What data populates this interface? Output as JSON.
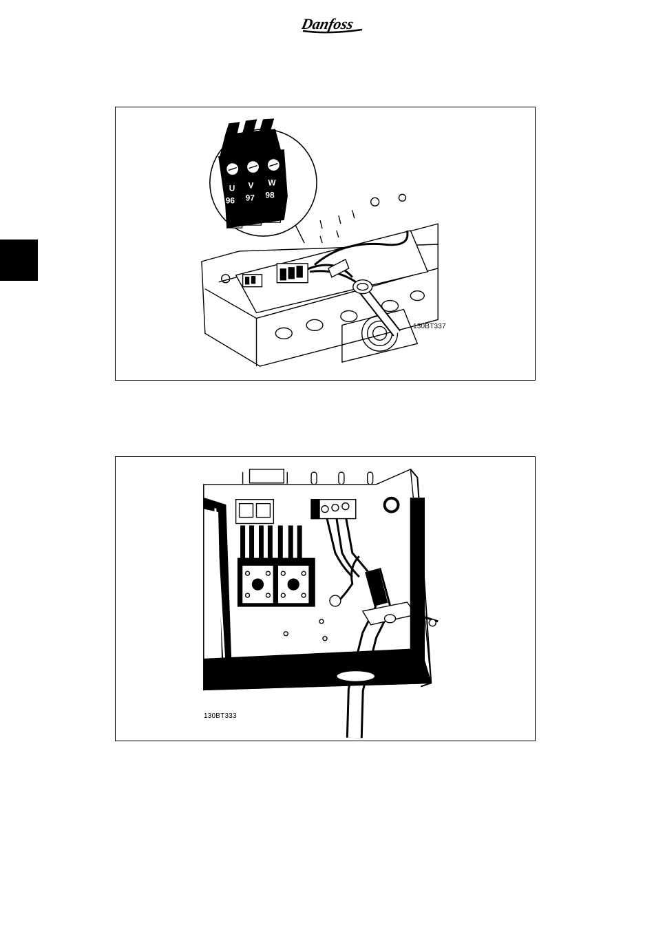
{
  "header": {
    "brand": "Danfoss"
  },
  "figures": [
    {
      "id": "fig-motor-terminal-small",
      "code": "130BT337",
      "terminals": [
        {
          "number": "96",
          "letter": "U"
        },
        {
          "number": "97",
          "letter": "V"
        },
        {
          "number": "98",
          "letter": "W"
        }
      ]
    },
    {
      "id": "fig-motor-terminal-large",
      "code": "130BT333"
    }
  ]
}
